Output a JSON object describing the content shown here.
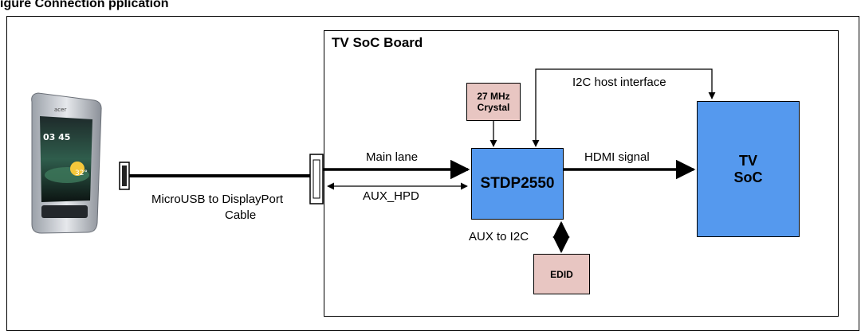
{
  "figure": {
    "caption": "igure     Connection      pplication"
  },
  "board": {
    "title": "TV SoC Board"
  },
  "blocks": {
    "stdp": "STDP2550",
    "soc_line1": "TV",
    "soc_line2": "SoC",
    "crystal_line1": "27 MHz",
    "crystal_line2": "Crystal",
    "edid": "EDID"
  },
  "labels": {
    "main_lane": "Main lane",
    "aux_hpd": "AUX_HPD",
    "hdmi": "HDMI signal",
    "i2c_host": "I2C host interface",
    "aux_i2c": "AUX to I2C",
    "cable_line1": "MicroUSB to DisplayPort",
    "cable_line2": "Cable"
  },
  "phone": {
    "time": "03 45",
    "temp": "32°",
    "brand": "acer"
  },
  "colors": {
    "blue_block": "#5599ee",
    "pink_block": "#e8c6c2"
  }
}
